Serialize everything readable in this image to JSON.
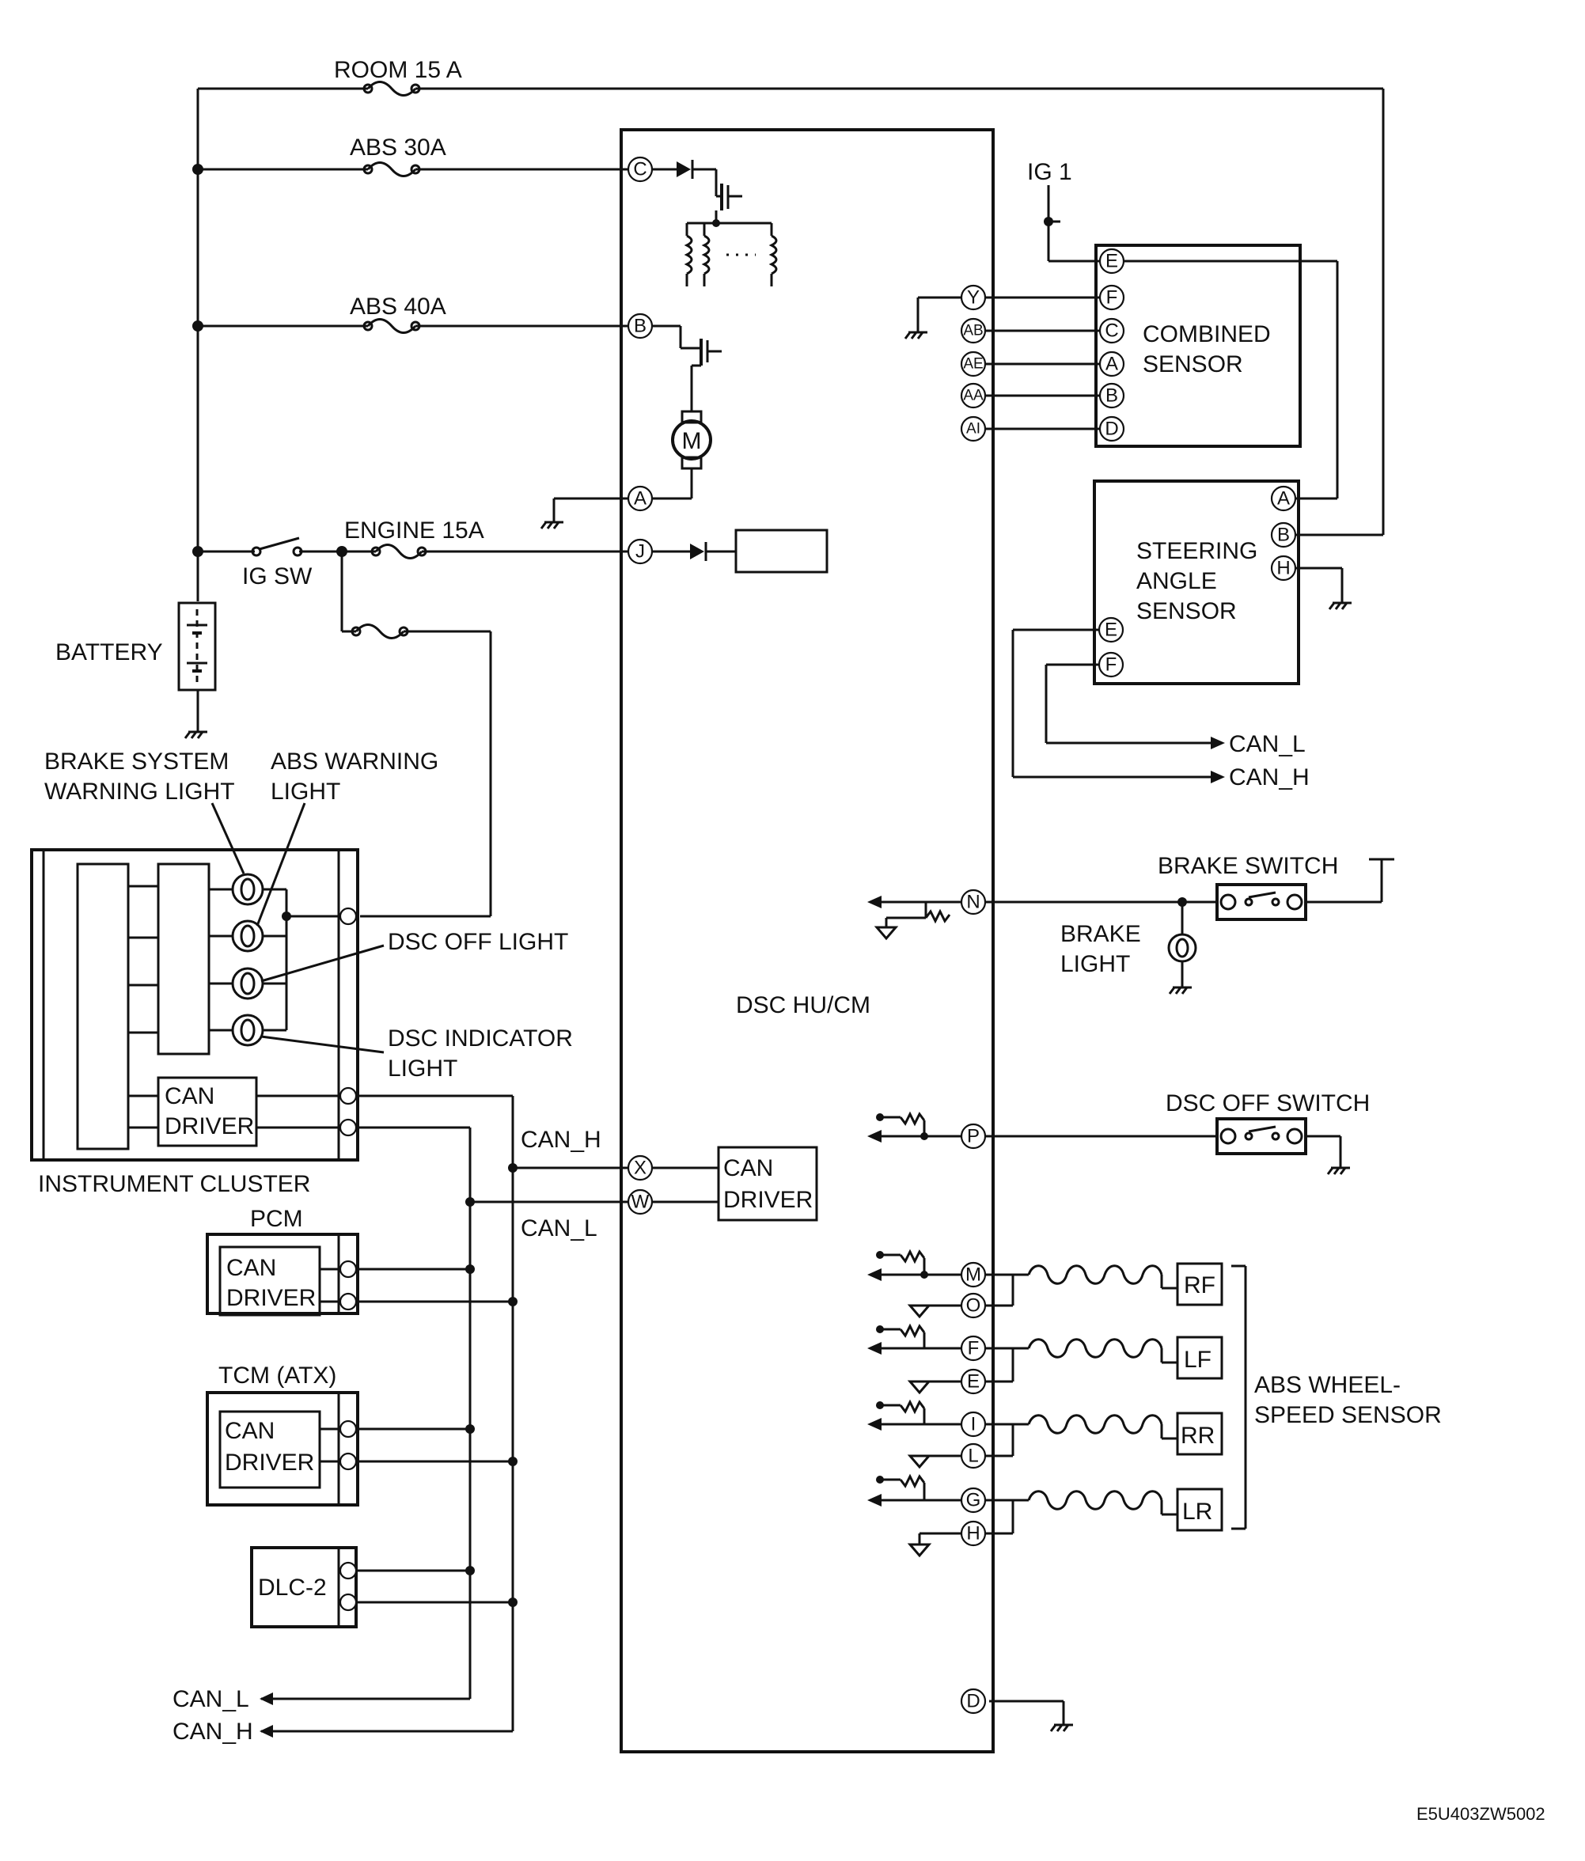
{
  "fuses": {
    "room": "ROOM 15 A",
    "abs30": "ABS 30A",
    "abs40": "ABS 40A",
    "engine": "ENGINE 15A"
  },
  "labels": {
    "ig_sw": "IG SW",
    "battery": "BATTERY",
    "ig1": "IG 1",
    "brake_warning_1": "BRAKE SYSTEM",
    "brake_warning_2": "WARNING LIGHT",
    "abs_warning_1": "ABS WARNING",
    "abs_warning_2": "LIGHT",
    "dsc_off_light": "DSC OFF LIGHT",
    "dsc_indicator_1": "DSC INDICATOR",
    "dsc_indicator_2": "LIGHT",
    "instrument_cluster": "INSTRUMENT CLUSTER",
    "pcm": "PCM",
    "tcm": "TCM (ATX)",
    "dlc2": "DLC-2",
    "can": "CAN",
    "driver": "DRIVER",
    "can_h": "CAN_H",
    "can_l": "CAN_L",
    "dsc_hu_cm": "DSC HU/CM",
    "motor": "M",
    "combined_sensor_1": "COMBINED",
    "combined_sensor_2": "SENSOR",
    "steering_1": "STEERING",
    "steering_2": "ANGLE",
    "steering_3": "SENSOR",
    "brake_switch": "BRAKE SWITCH",
    "brake_light_1": "BRAKE",
    "brake_light_2": "LIGHT",
    "dsc_off_switch": "DSC OFF SWITCH",
    "abs_wheel_1": "ABS WHEEL-",
    "abs_wheel_2": "SPEED SENSOR",
    "rf": "RF",
    "lf": "LF",
    "rr": "RR",
    "lr": "LR",
    "figure_code": "E5U403ZW5002"
  },
  "pins": {
    "C": "C",
    "B": "B",
    "A": "A",
    "J": "J",
    "X": "X",
    "W": "W",
    "Y": "Y",
    "AB": "AB",
    "AE": "AE",
    "AA": "AA",
    "AI": "AI",
    "N": "N",
    "P": "P",
    "M": "M",
    "O": "O",
    "F": "F",
    "E": "E",
    "I": "I",
    "L": "L",
    "G": "G",
    "H": "H",
    "D": "D"
  }
}
